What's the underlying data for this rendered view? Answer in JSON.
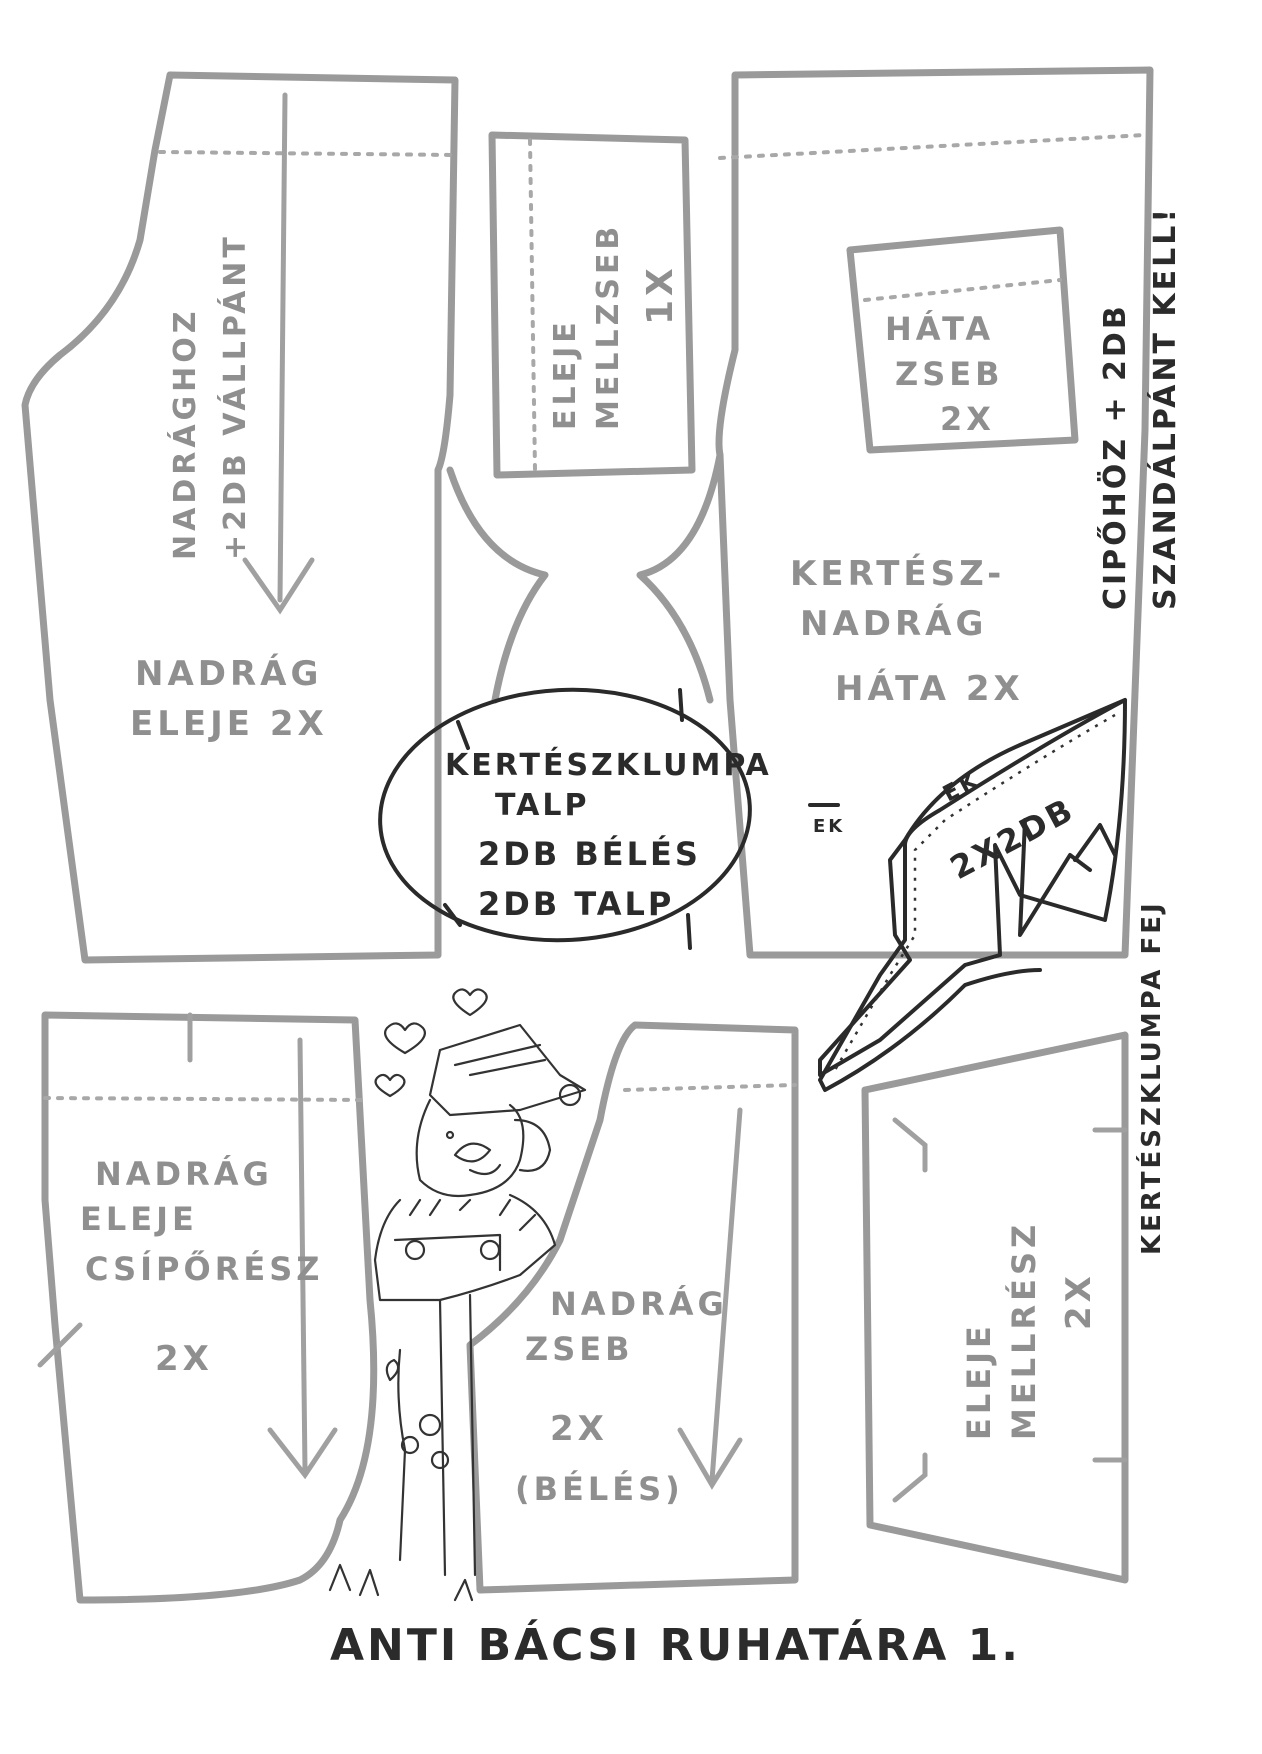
{
  "pieces": {
    "front_pants": {
      "name_line1": "NADRÁG",
      "name_line2": "ELEJE 2X",
      "note_line1": "NADRÁGHOZ",
      "note_line2": "+2DB VÁLLPÁNT"
    },
    "chest_pocket": {
      "name_line1": "ELEJE",
      "name_line2": "MELLZSEB",
      "count": "1X"
    },
    "back_pocket": {
      "name_line1": "HÁTA",
      "name_line2": "ZSEB",
      "count": "2X"
    },
    "back_pants": {
      "name_line1": "KERTÉSZ-",
      "name_line2": "NADRÁG",
      "name_line3": "HÁTA 2X"
    },
    "side_note": {
      "line1": "CIPŐHÖZ + 2DB",
      "line2": "SZANDÁLPÁNT KELL!"
    },
    "sole": {
      "line1": "KERTÉSZKLUMPA",
      "line2": "TALP",
      "line3": "2DB BÉLÉS",
      "line4": "2DB TALP",
      "mark": "EK"
    },
    "clog_head": {
      "mark": "EK",
      "count": "2X2DB",
      "label": "KERTÉSZKLUMPA FEJ"
    },
    "hip_piece": {
      "name_line1": "NADRÁG",
      "name_line2": "ELEJE",
      "name_line3": "CSÍPŐRÉSZ",
      "count": "2X"
    },
    "pants_pocket": {
      "name_line1": "NADRÁG",
      "name_line2": "ZSEB",
      "count": "2X",
      "note": "(BÉLÉS)"
    },
    "bib_piece": {
      "name_line1": "ELEJE",
      "name_line2": "MELLRÉSZ",
      "count": "2X"
    }
  },
  "footer": {
    "title": "ANTI BÁCSI RUHATÁRA 1."
  }
}
